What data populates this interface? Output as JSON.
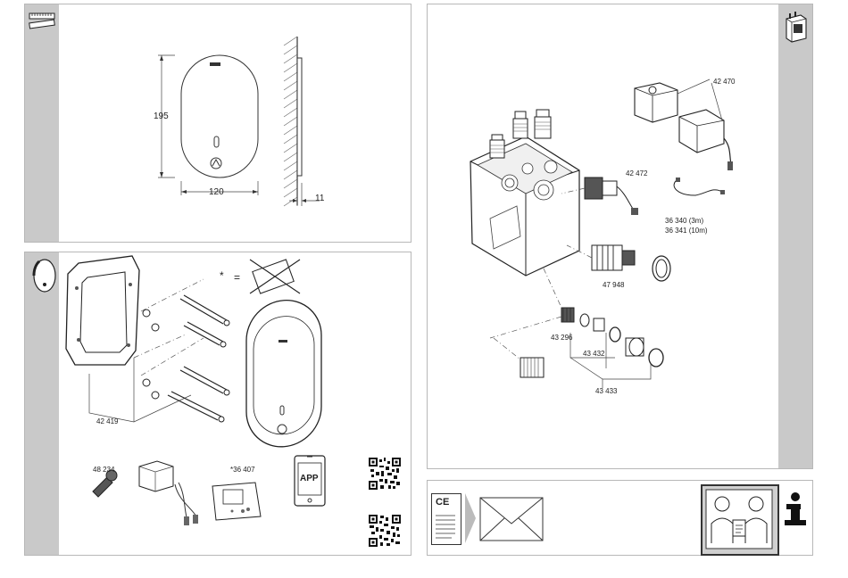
{
  "dimensions_panel": {
    "height_value": "195",
    "width_value": "120",
    "depth_value": "11"
  },
  "installation_panel": {
    "star_symbol": "*",
    "equals_symbol": "=",
    "frame_part": "42 419",
    "key_part": "48 234",
    "remote_part": "*36 407",
    "app_label": "APP"
  },
  "exploded_panel": {
    "power_unit_part": "42 470",
    "solenoid_part": "42 472",
    "cable_part_3m": "36 340 (3m)",
    "cable_part_10m": "36 341 (10m)",
    "cartridge_part": "47 948",
    "filter_part": "43 296",
    "nipple_part": "43 432",
    "valve_set_part": "43 433"
  },
  "footer_panel": {
    "ce_mark": "CE"
  },
  "icons": {
    "info_icon": "i"
  }
}
